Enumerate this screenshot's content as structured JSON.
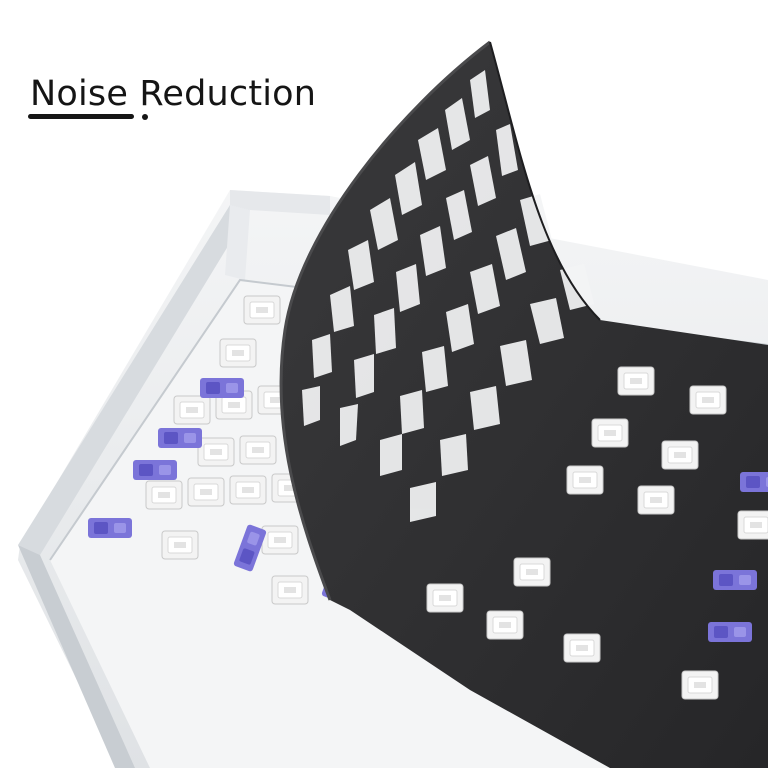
{
  "heading": {
    "text": "Noise Reduction"
  },
  "colors": {
    "case": "#eceef0",
    "case_shadow": "#cfd3d7",
    "plate": "#f6f7f8",
    "foam": "#2e2e30",
    "foam_edge": "#4a4a4c",
    "switch_body": "#f1f1f1",
    "stabilizer": "#7b74d9",
    "text": "#151515"
  },
  "icons": {
    "foam": "foam-sheet-shape",
    "switch": "switch-socket-shape",
    "stabilizer": "stabilizer-shape"
  }
}
